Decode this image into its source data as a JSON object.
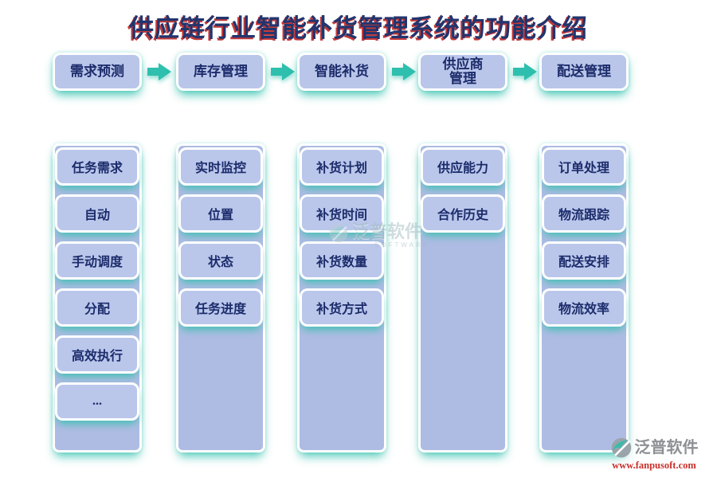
{
  "title": "供应链行业智能补货管理系统的功能介绍",
  "flow": [
    {
      "label": "需求预测",
      "items": [
        "任务需求",
        "自动",
        "手动调度",
        "分配",
        "高效执行",
        "..."
      ]
    },
    {
      "label": "库存管理",
      "items": [
        "实时监控",
        "位置",
        "状态",
        "任务进度"
      ]
    },
    {
      "label": "智能补货",
      "items": [
        "补货计划",
        "补货时间",
        "补货数量",
        "补货方式"
      ]
    },
    {
      "label": "供应商\n管理",
      "items": [
        "供应能力",
        "合作历史"
      ]
    },
    {
      "label": "配送管理",
      "items": [
        "订单处理",
        "物流跟踪",
        "配送安排",
        "物流效率"
      ]
    }
  ],
  "watermark_center": {
    "brand": "泛普软件",
    "subtitle": "SOFTWARE"
  },
  "watermark_footer": {
    "brand": "泛普软件",
    "url": "www.fanpusoft.com"
  },
  "colors": {
    "accent_teal": "#2fbfae",
    "box_fill": "#b9c6ea",
    "column_fill": "#aebce3",
    "text_navy": "#1c2c6b",
    "title_navy": "#21356e",
    "title_red": "#c43a3a",
    "watermark_gray": "#8d9094",
    "watermark_red": "#c9302c"
  }
}
